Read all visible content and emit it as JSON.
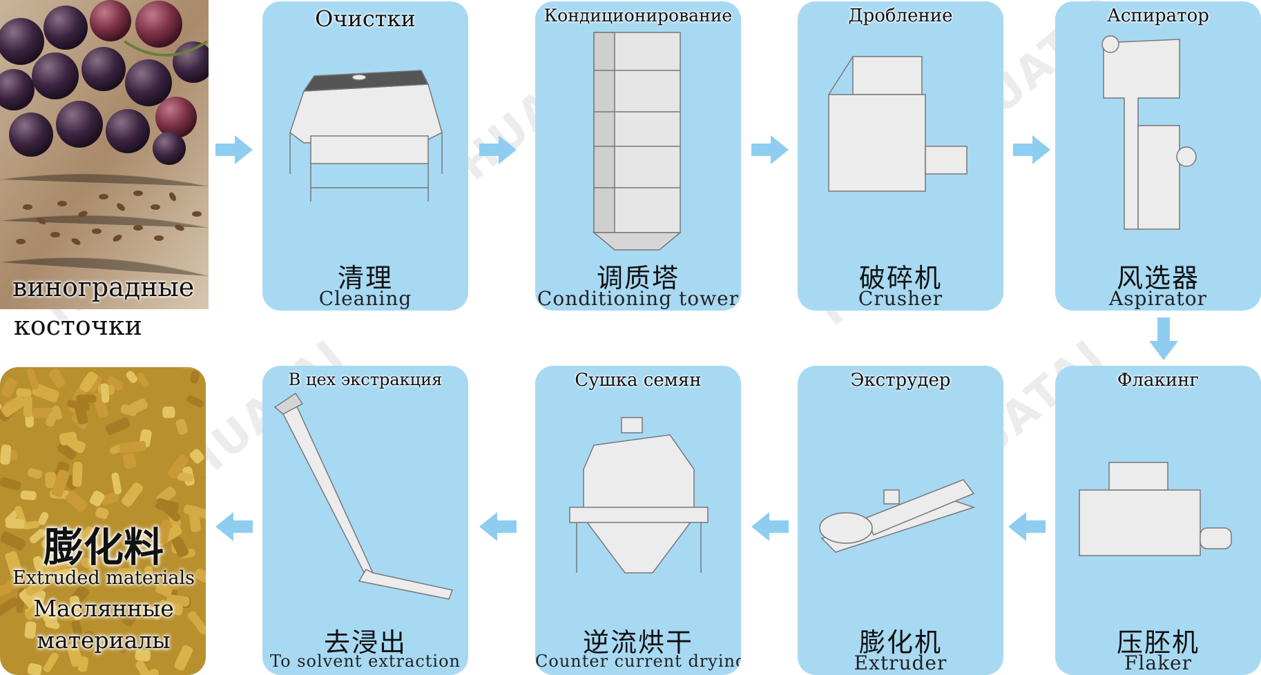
{
  "source": {
    "label_line1": "виноградные",
    "label_line2": "косточки"
  },
  "output": {
    "zh": "膨化料",
    "en": "Extruded materials",
    "ru_line1": "Маслянные",
    "ru_line2": "материалы"
  },
  "watermark": "HUATAI",
  "steps": [
    {
      "title": "Очистки",
      "zh": "清理",
      "en": "Cleaning",
      "icon": "vibrating-screen-icon"
    },
    {
      "title": "Кондиционирование",
      "zh": "调质塔",
      "en": "Conditioning tower",
      "icon": "conditioning-tower-icon"
    },
    {
      "title": "Дробление",
      "zh": "破碎机",
      "en": "Crusher",
      "icon": "crusher-icon"
    },
    {
      "title": "Аспиратор",
      "zh": "风选器",
      "en": "Aspirator",
      "icon": "aspirator-icon"
    },
    {
      "title": "Флакинг",
      "zh": "压胚机",
      "en": "Flaker",
      "icon": "flaker-icon"
    },
    {
      "title": "Экструдер",
      "zh": "膨化机",
      "en": "Extruder",
      "icon": "extruder-icon"
    },
    {
      "title": "Сушка семян",
      "zh": "逆流烘干",
      "en": "Counter current drying",
      "icon": "dryer-icon"
    },
    {
      "title": "В цех экстракция",
      "zh": "去浸出",
      "en": "To solvent extraction",
      "icon": "conveyor-icon"
    }
  ],
  "colors": {
    "card": "#a8d9f3",
    "arrow": "#8fcdf0",
    "machine": "#eaeaea"
  }
}
